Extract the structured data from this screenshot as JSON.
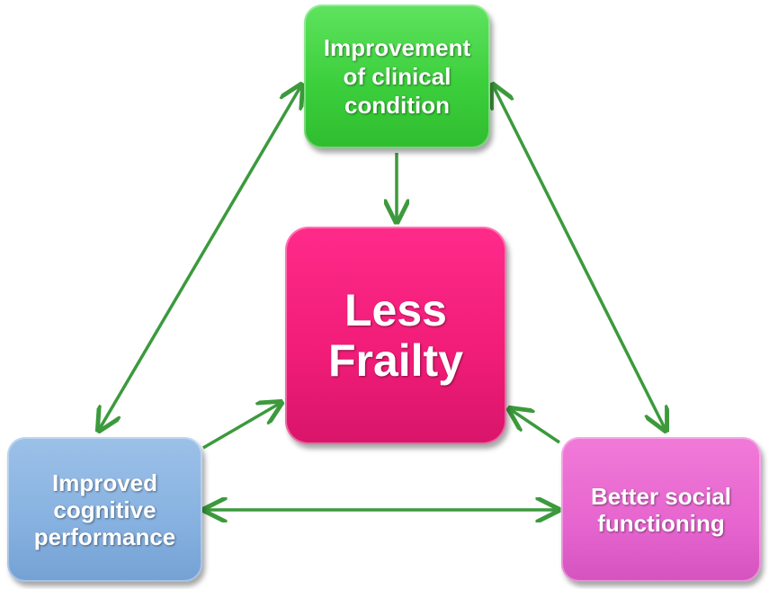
{
  "nodes": {
    "top": "Improvement of clinical condition",
    "center": "Less Frailty",
    "left": "Improved cognitive performance",
    "right": "Better social functioning"
  },
  "colors": {
    "arrow": "#3c9a3c",
    "top_box": "#44d344",
    "center_box": "#f01c77",
    "left_box": "#86b1e0",
    "right_box": "#e665cf"
  }
}
